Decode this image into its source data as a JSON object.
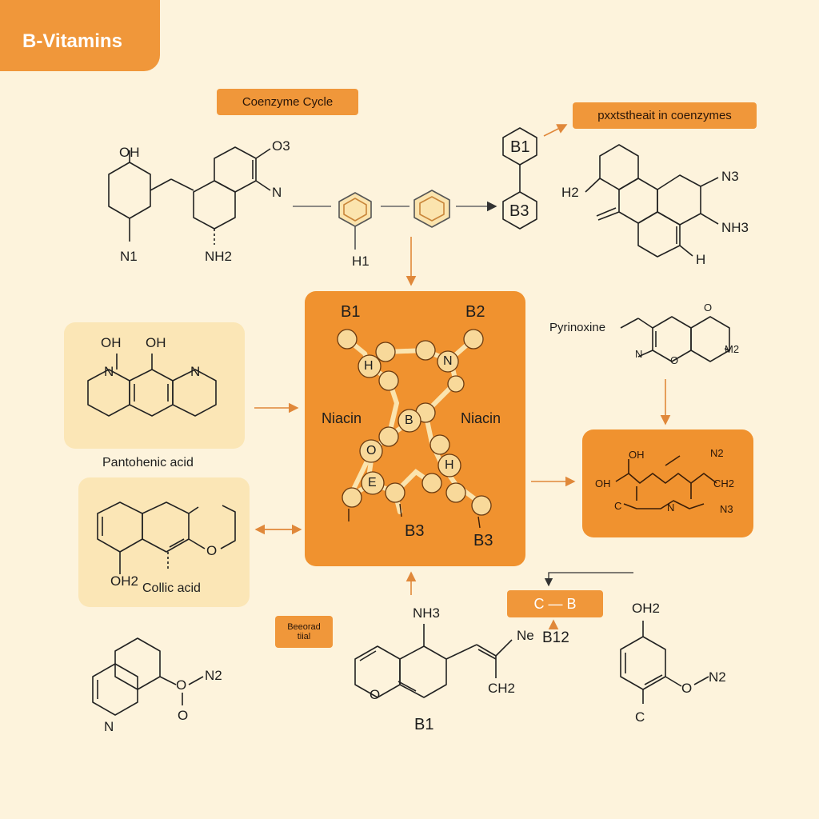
{
  "header": {
    "title": "B-Vitamins"
  },
  "tags": {
    "coenzyme_cycle": "Coenzyme Cycle",
    "coenzymes_note": "pxxtstheait in coenzymes",
    "side_note_line1": "Beeorad",
    "side_note_line2": "tiial",
    "c_b": "C — B"
  },
  "compound_names": {
    "pantothenic": "Pantohenic acid",
    "folic": "Collic acid",
    "pyridoxine": "Pyrinoxine",
    "b12": "B12",
    "b1_bottom": "B1"
  },
  "central": {
    "b1": "B1",
    "b2": "B2",
    "b3_left": "B3",
    "b3_right": "B3",
    "niacin_left": "Niacin",
    "niacin_right": "Niacin",
    "node_h1": "H",
    "node_n": "N",
    "node_b": "B",
    "node_o": "O",
    "node_e": "E",
    "node_h2": "H"
  },
  "top_chain": {
    "b1": "B1",
    "b3": "B3",
    "h1": "H1"
  },
  "atom_labels": {
    "tl_oh": "OH",
    "tl_n1": "N1",
    "tl_nh2": "NH2",
    "tl_o3": "O3",
    "tl_n": "N",
    "tr_h2": "H2",
    "tr_n3": "N3",
    "tr_nh3": "NH3",
    "tr_h": "H",
    "pan_oh1": "OH",
    "pan_oh2": "OH",
    "pan_n1": "N",
    "pan_n2": "N",
    "fol_oh2": "OH2",
    "pyr_o": "O",
    "pyr_n": "N",
    "pyr_o2": "O",
    "pyr_m2": "M2",
    "box_oh1": "OH",
    "box_oh2": "OH",
    "box_n2": "N2",
    "box_ch2": "CH2",
    "box_n3": "N3",
    "box_c": "C",
    "box_n": "N",
    "bc_nh3": "NH3",
    "bc_ne": "Ne",
    "bc_o": "O",
    "bc_ch2": "CH2",
    "bl_n2": "N2",
    "bl_o1": "O",
    "bl_o2": "O",
    "bl_n": "N",
    "br_oh2": "OH2",
    "br_o": "O",
    "br_n2": "N2",
    "br_c": "C"
  },
  "colors": {
    "background": "#fdf3dc",
    "accent": "#f0922f",
    "panel_light": "#fbe6b6",
    "node_fill": "#f8d99a"
  }
}
